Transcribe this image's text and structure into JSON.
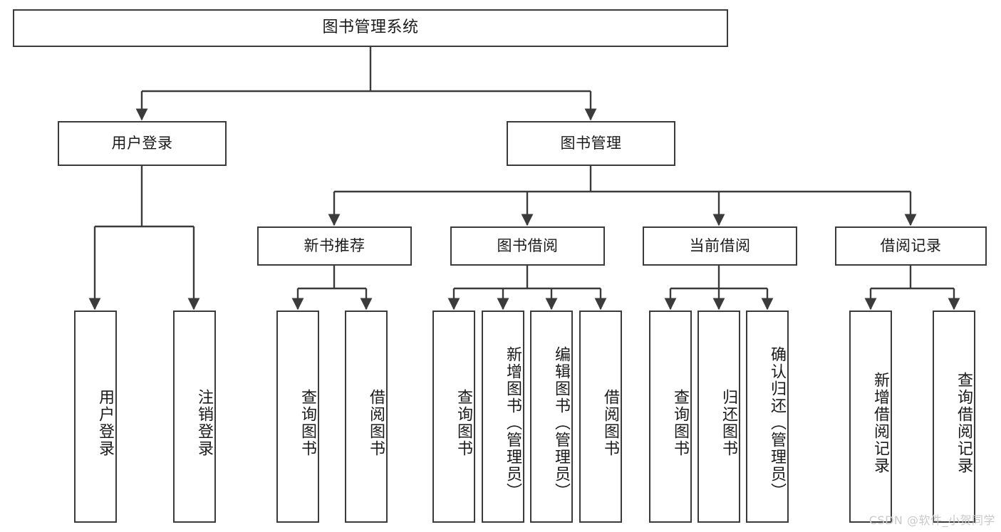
{
  "diagram": {
    "title": "图书管理系统",
    "type": "tree-hierarchy",
    "root": {
      "label": "图书管理系统"
    },
    "level2": [
      {
        "label": "用户登录"
      },
      {
        "label": "图书管理"
      }
    ],
    "level3": [
      {
        "label": "新书推荐"
      },
      {
        "label": "图书借阅"
      },
      {
        "label": "当前借阅"
      },
      {
        "label": "借阅记录"
      }
    ],
    "leaves": [
      {
        "label": "用户登录"
      },
      {
        "label": "注销登录"
      },
      {
        "label": "查询图书"
      },
      {
        "label": "借阅图书"
      },
      {
        "label": "查询图书"
      },
      {
        "label": "新增图书（管理员）"
      },
      {
        "label": "编辑图书（管理员）"
      },
      {
        "label": "借阅图书"
      },
      {
        "label": "查询图书"
      },
      {
        "label": "归还图书"
      },
      {
        "label": "确认归还（管理员）"
      },
      {
        "label": "新增借阅记录"
      },
      {
        "label": "查询借阅记录"
      }
    ]
  },
  "watermark": {
    "text": "CSDN @软件_小贺同学"
  },
  "colors": {
    "background": "#ffffff",
    "box_fill": "#ffffff",
    "box_stroke": "#3b3b3b",
    "connector": "#3b3b3b",
    "text": "#1a1a1a",
    "watermark": "#c9c9c9"
  }
}
